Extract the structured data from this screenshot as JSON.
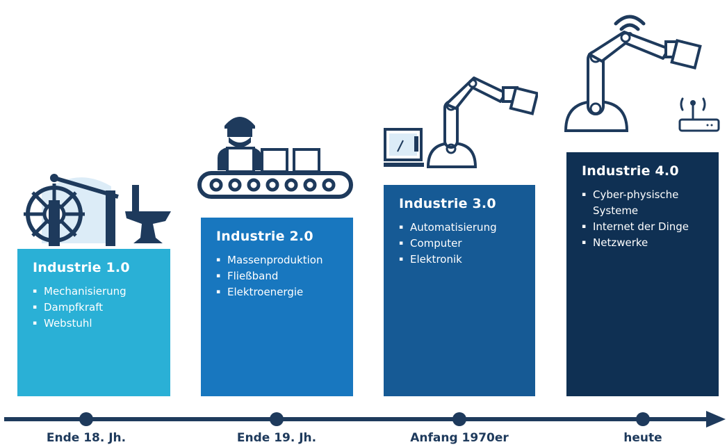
{
  "colors": {
    "stage1": "#2ab0d6",
    "stage2": "#1877bf",
    "stage3": "#165a95",
    "stage4": "#0f3053",
    "timeline": "#1e3a5c",
    "icon_light": "#c9e4f4",
    "icon_dark": "#1e3a5c"
  },
  "stages": [
    {
      "title": "Industrie 1.0",
      "items": [
        "Mechanisierung",
        "Dampfkraft",
        "Webstuhl"
      ],
      "icon": "steam-engine-anvil-icon"
    },
    {
      "title": "Industrie 2.0",
      "items": [
        "Massenproduktion",
        "Fließband",
        "Elektroenergie"
      ],
      "icon": "conveyor-belt-worker-icon"
    },
    {
      "title": "Industrie 3.0",
      "items": [
        "Automatisierung",
        "Computer",
        "Elektronik"
      ],
      "icon": "computer-robot-arm-icon"
    },
    {
      "title": "Industrie 4.0",
      "items": [
        "Cyber-physische\nSysteme",
        "Internet der Dinge",
        "Netzwerke"
      ],
      "icon": "connected-robot-router-icon"
    }
  ],
  "timeline": {
    "labels": [
      "Ende 18. Jh.",
      "Ende 19. Jh.",
      "Anfang 1970er",
      "heute"
    ]
  }
}
